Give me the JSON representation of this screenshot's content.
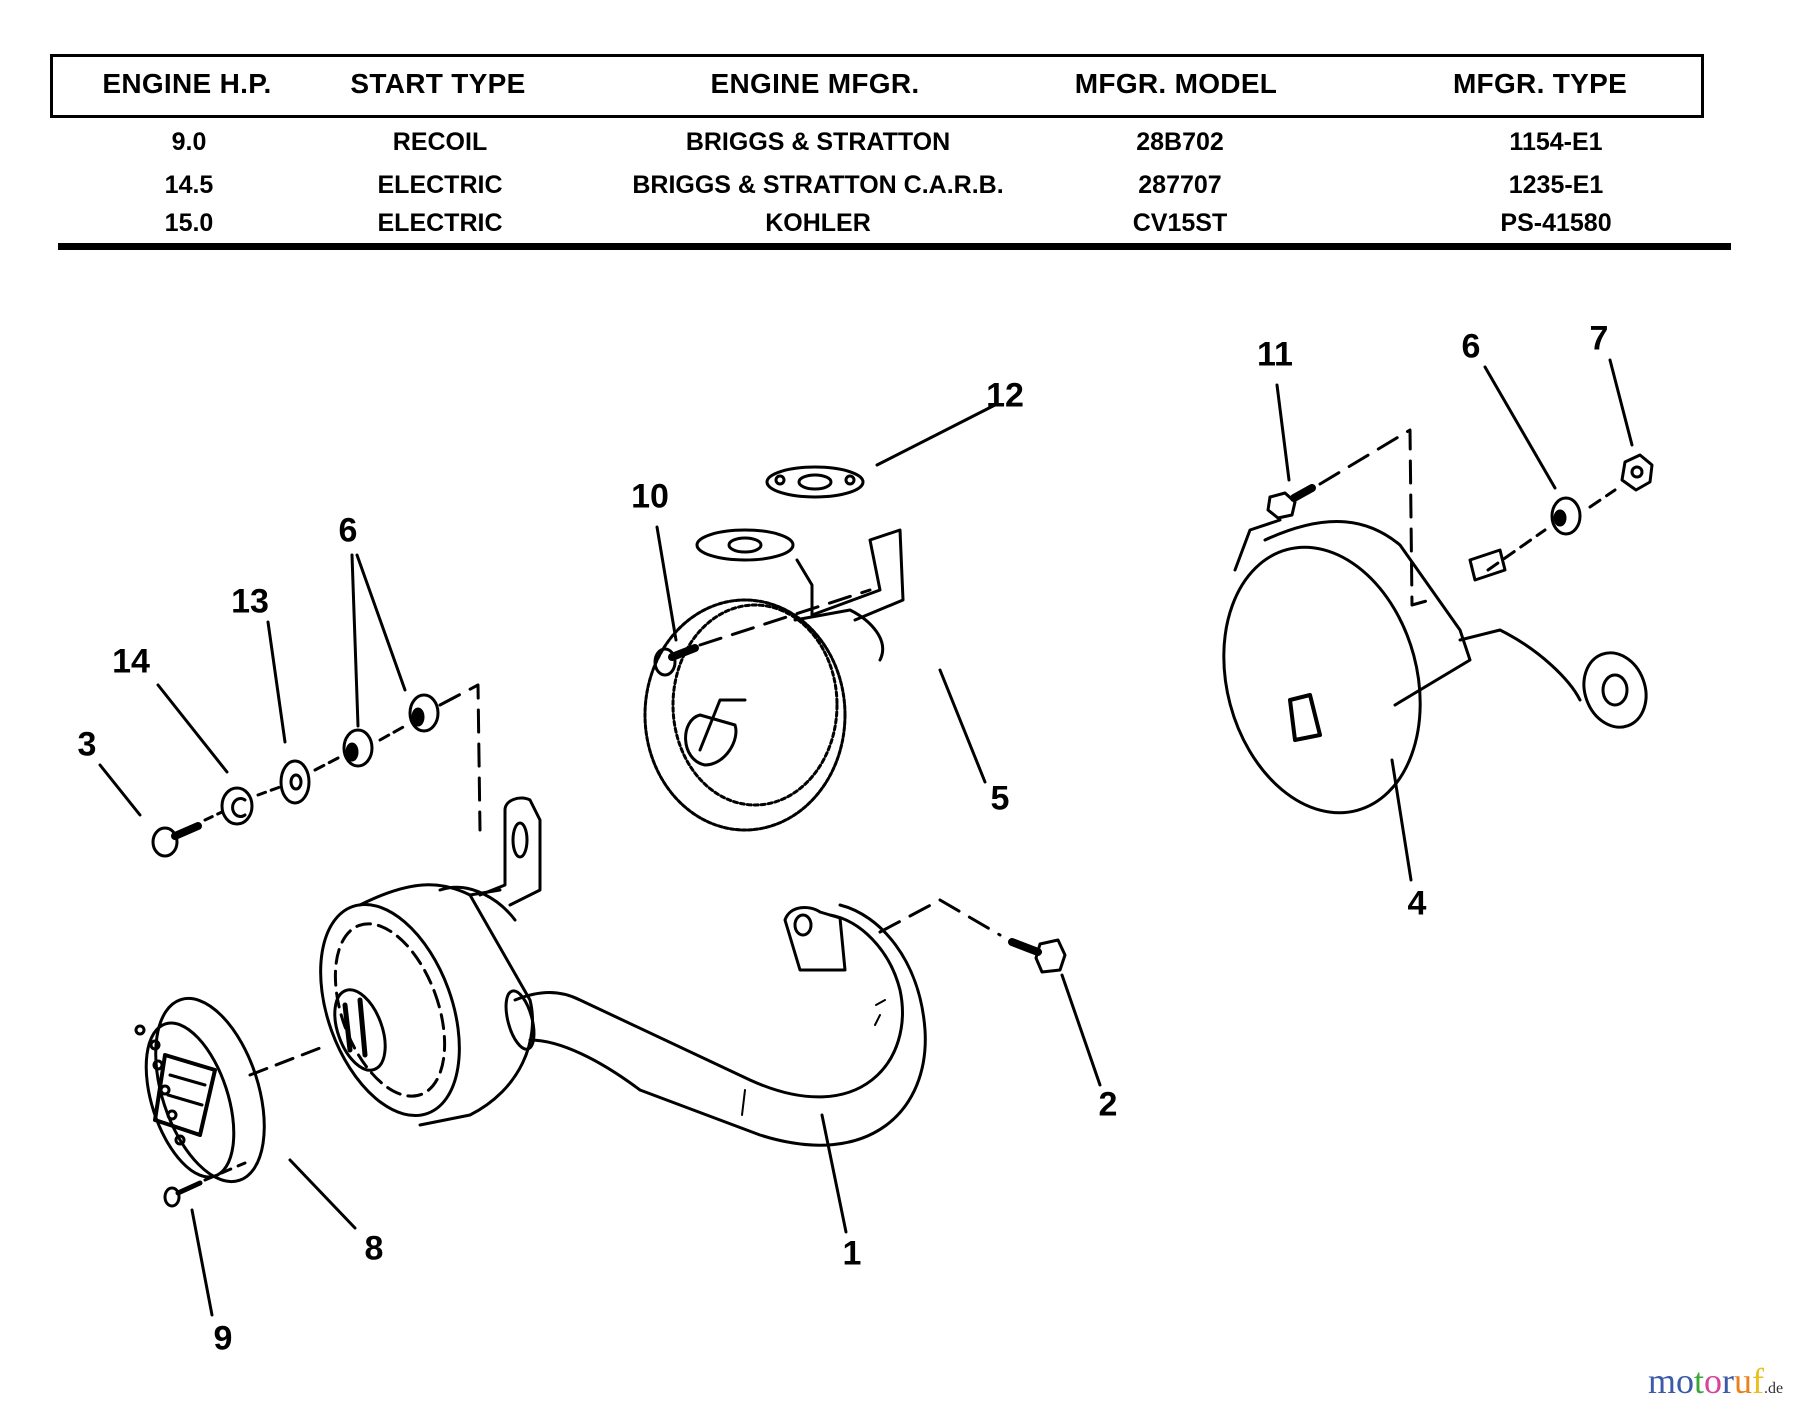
{
  "spec_table": {
    "headers": [
      "ENGINE H.P.",
      "START TYPE",
      "ENGINE MFGR.",
      "MFGR. MODEL",
      "MFGR. TYPE"
    ],
    "rows": [
      [
        "9.0",
        "RECOIL",
        "BRIGGS & STRATTON",
        "28B702",
        "1154-E1"
      ],
      [
        "14.5",
        "ELECTRIC",
        "BRIGGS & STRATTON C.A.R.B.",
        "287707",
        "1235-E1"
      ],
      [
        "15.0",
        "ELECTRIC",
        "KOHLER",
        "CV15ST",
        "PS-41580"
      ]
    ]
  },
  "diagram": {
    "title": "Exhaust / muffler exploded parts diagram",
    "callouts": {
      "c1": "1",
      "c2": "2",
      "c3": "3",
      "c4": "4",
      "c5": "5",
      "c6_left": "6",
      "c6_right": "6",
      "c7": "7",
      "c8": "8",
      "c9": "9",
      "c10": "10",
      "c11": "11",
      "c12": "12",
      "c13": "13",
      "c14": "14"
    },
    "parts": [
      "muffler-assembly-with-pipe",
      "bolt",
      "screw",
      "muffler",
      "muffler",
      "spacer",
      "nut",
      "spark-arrestor-cap",
      "screw",
      "bolt",
      "bolt",
      "gasket",
      "flat-washer",
      "lock-washer"
    ]
  },
  "watermark": {
    "letters": [
      "m",
      "o",
      "t",
      "o",
      "r",
      "u",
      "f"
    ],
    "colors": [
      "#3b5aa8",
      "#3b5aa8",
      "#3aa63a",
      "#d6449a",
      "#3b5aa8",
      "#e8821f",
      "#e8c11f"
    ],
    "suffix": ".de"
  }
}
